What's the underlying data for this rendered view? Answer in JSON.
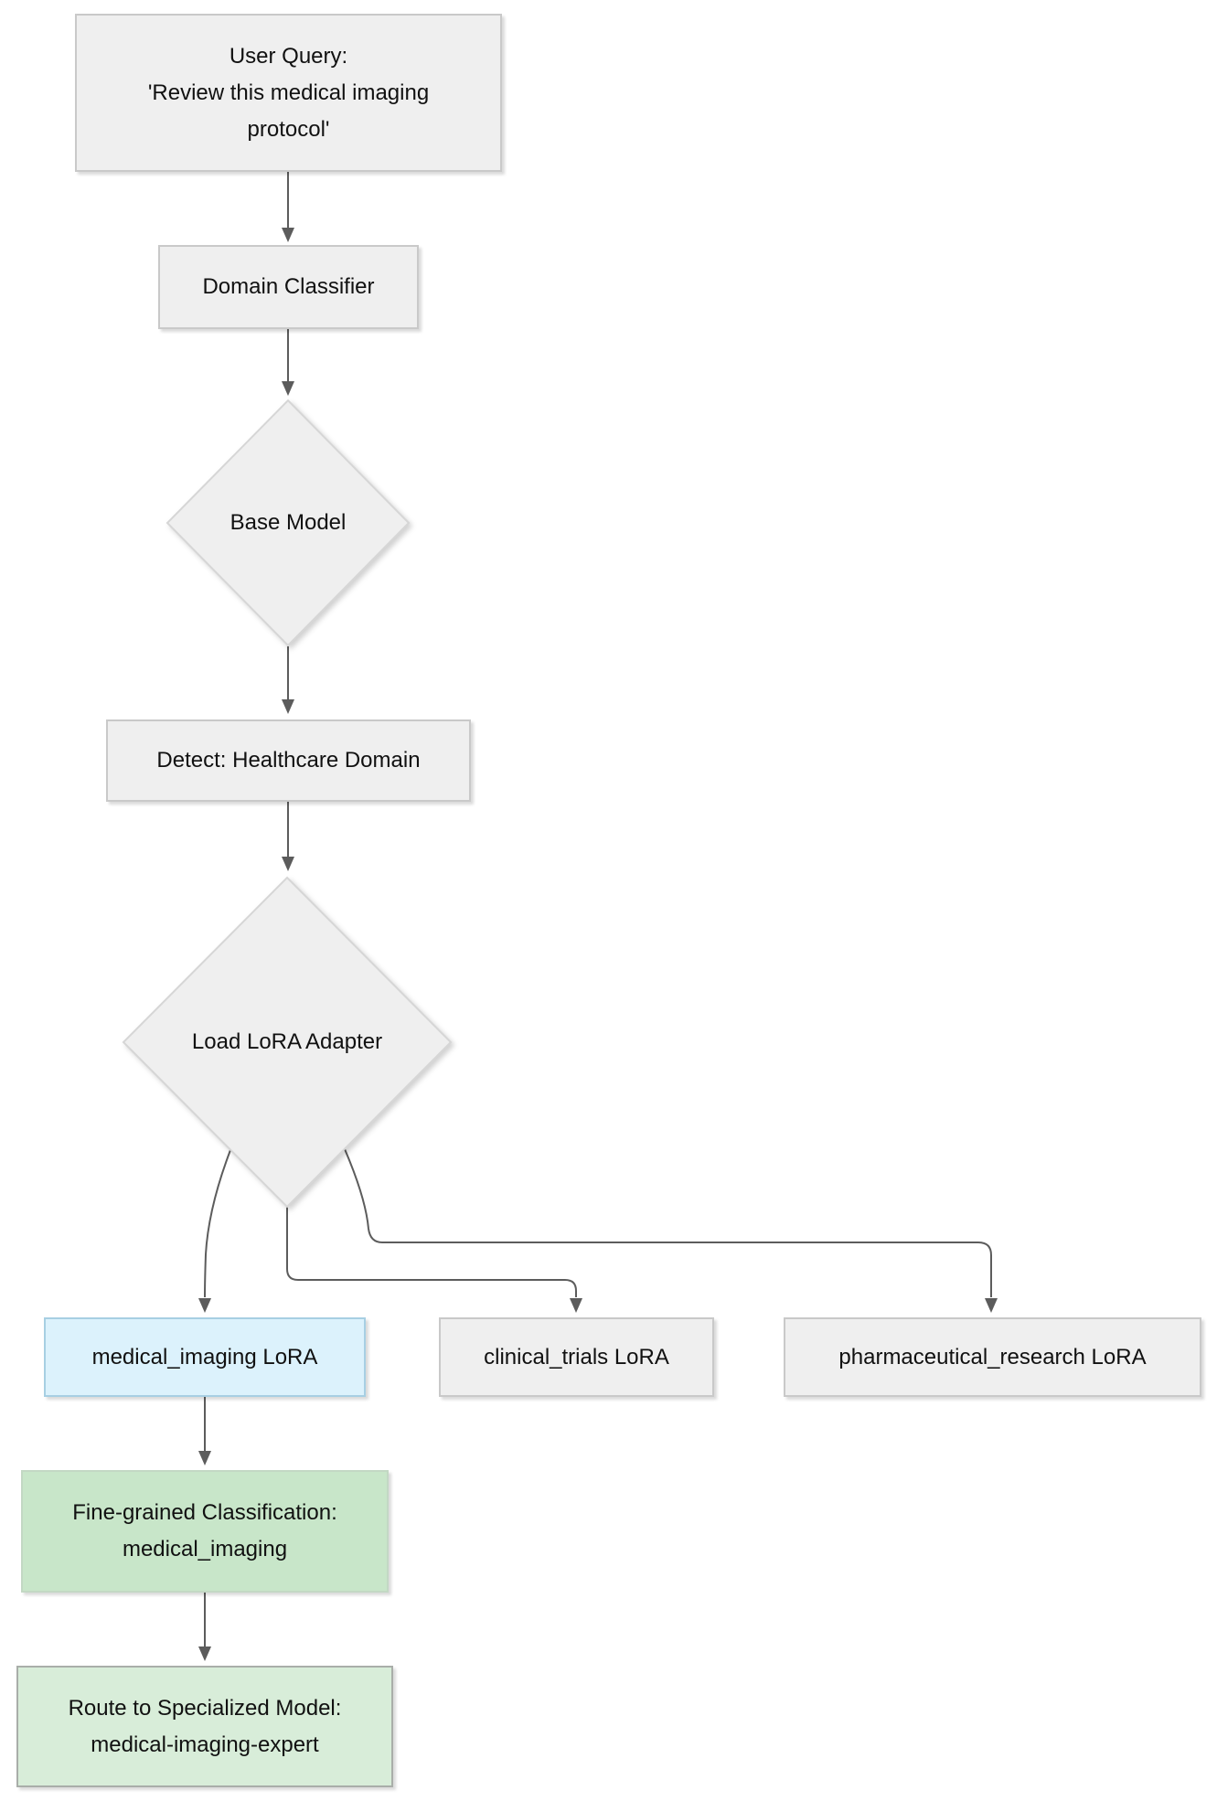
{
  "title": "LoRA adapter routing flowchart",
  "colors": {
    "node-fill": "#efefef",
    "node-border": "#c9c9c9",
    "highlight-fill": "#dcf2fc",
    "highlight-border": "#a7cfe3",
    "success-fill": "#c8e6c9",
    "success-border": "#c3d8c4",
    "success-light-fill": "#d8edd9",
    "success-light-border": "#a9aea9",
    "edge-color": "#5c5c5c",
    "text-color": "#111111",
    "background": "#ffffff"
  },
  "nodes": {
    "user_query": {
      "lines": [
        "User Query:",
        "'Review this medical imaging",
        "protocol'"
      ],
      "shape": "rect"
    },
    "domain_classifier": {
      "label": "Domain Classifier",
      "shape": "rect"
    },
    "base_model": {
      "label": "Base Model",
      "shape": "diamond"
    },
    "detect_domain": {
      "label": "Detect: Healthcare Domain",
      "shape": "rect"
    },
    "load_lora_adapter": {
      "label": "Load LoRA Adapter",
      "shape": "diamond"
    },
    "medical_imaging_lora": {
      "label": "medical_imaging LoRA",
      "shape": "rect",
      "accent": "highlight"
    },
    "clinical_trials_lora": {
      "label": "clinical_trials LoRA",
      "shape": "rect"
    },
    "pharmaceutical_research_lora": {
      "label": "pharmaceutical_research LoRA",
      "shape": "rect"
    },
    "fine_grained_classification": {
      "lines": [
        "Fine-grained Classification:",
        "medical_imaging"
      ],
      "shape": "rect",
      "accent": "success"
    },
    "route_to_specialized_model": {
      "lines": [
        "Route to Specialized Model:",
        "medical-imaging-expert"
      ],
      "shape": "rect",
      "accent": "success-light"
    }
  },
  "edges": [
    {
      "from": "user_query",
      "to": "domain_classifier"
    },
    {
      "from": "domain_classifier",
      "to": "base_model"
    },
    {
      "from": "base_model",
      "to": "detect_domain"
    },
    {
      "from": "detect_domain",
      "to": "load_lora_adapter"
    },
    {
      "from": "load_lora_adapter",
      "to": "medical_imaging_lora"
    },
    {
      "from": "load_lora_adapter",
      "to": "clinical_trials_lora"
    },
    {
      "from": "load_lora_adapter",
      "to": "pharmaceutical_research_lora"
    },
    {
      "from": "medical_imaging_lora",
      "to": "fine_grained_classification"
    },
    {
      "from": "fine_grained_classification",
      "to": "route_to_specialized_model"
    }
  ]
}
